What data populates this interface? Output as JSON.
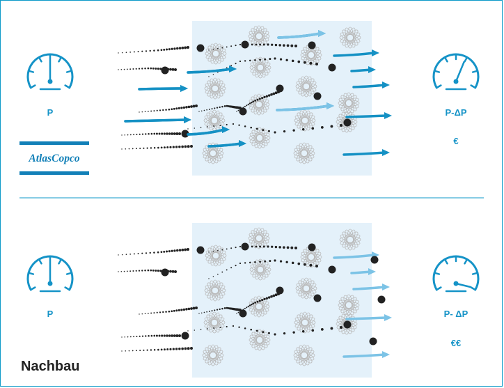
{
  "colors": {
    "frame": "#0c9ac8",
    "gauge": "#1593c7",
    "filter_bg": "#e4f1fa",
    "flow_arrow": "#1591c4",
    "reduced_flow_arrow": "#7cc3e6",
    "particle": "#222222",
    "fiber": "#b9b9b9",
    "logo": "#1280b8"
  },
  "icons": [
    "pressure-gauge-icon",
    "fiber-icon",
    "flow-arrow-icon",
    "particle-icon"
  ],
  "top_panel": {
    "inlet_pressure_label": "P",
    "outlet_pressure_label": "P-ΔP",
    "cost_label": "€",
    "logo_text": "AtlasCopco",
    "inlet_needle_level": 0.5,
    "outlet_needle_level": 0.38
  },
  "bottom_panel": {
    "inlet_pressure_label": "P",
    "outlet_pressure_label": "P- ΔP",
    "cost_label": "€€",
    "copy_label": "Nachbau",
    "inlet_needle_level": 0.5,
    "outlet_needle_level": 0.0
  }
}
